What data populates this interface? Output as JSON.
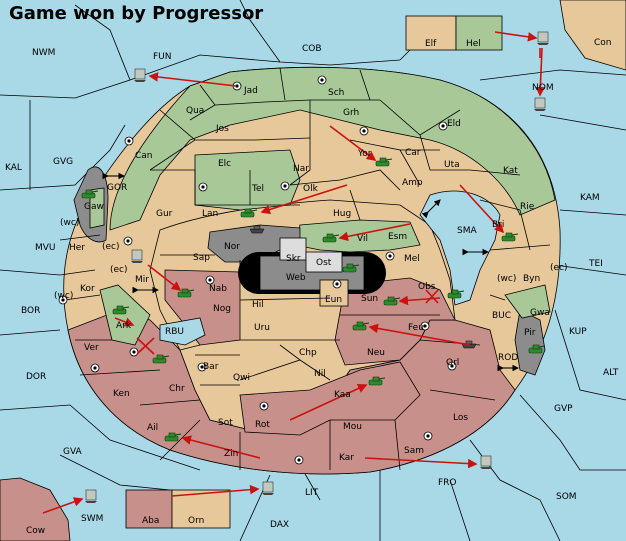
{
  "title": "Game won by Progressor",
  "colors": {
    "sea": "#a9d8e6",
    "green_power": "#a8c898",
    "red_power": "#c8908a",
    "neutral_land": "#e6c89a",
    "impassable": "#8c8c8c",
    "move_arrow": "#cc1111"
  },
  "seas": [
    "NWM",
    "FUN",
    "COB",
    "NOM",
    "KAL",
    "GVG",
    "GOR",
    "KAM",
    "MVU",
    "SMA",
    "TEI",
    "BOR",
    "RBU",
    "BUC",
    "KUP",
    "ROD",
    "DOR",
    "ALT",
    "GVP",
    "GVA",
    "FRO",
    "SOM",
    "SWM",
    "LIT",
    "DAX"
  ],
  "coast_labels": [
    "(wc)",
    "(ec)",
    "(ec)",
    "(wc)",
    "(wc)",
    "(ec)"
  ],
  "provinces": {
    "green": [
      "Elf",
      "Hel",
      "Jad",
      "Sch",
      "Qua",
      "Jos",
      "Grh",
      "Can",
      "Eld",
      "Elc",
      "Nar",
      "Yor",
      "Car",
      "Uta",
      "Kat",
      "Gur",
      "Tel",
      "Olk",
      "Amp",
      "Lan",
      "Gaw",
      "Hug",
      "Bri",
      "Rie",
      "Vil",
      "Esm",
      "Ark",
      "Gwa"
    ],
    "neutral": [
      "Ost",
      "Skr",
      "Web",
      "Mel",
      "Byn",
      "Her",
      "Kor",
      "Ver",
      "Eun",
      "Hil",
      "Uru",
      "Chp",
      "Nil",
      "Sot",
      "Con"
    ],
    "red": [
      "Nor",
      "Sap",
      "Mir",
      "Nab",
      "Nog",
      "Sun",
      "Obs",
      "Feu",
      "Neu",
      "Orl",
      "Bar",
      "Qwi",
      "Ken",
      "Chr",
      "Kaa",
      "Ail",
      "Rot",
      "Mou",
      "Los",
      "Zin",
      "Kar",
      "Sam",
      "Cow",
      "Aba",
      "Orn"
    ],
    "impassable": [
      "Pir"
    ]
  }
}
